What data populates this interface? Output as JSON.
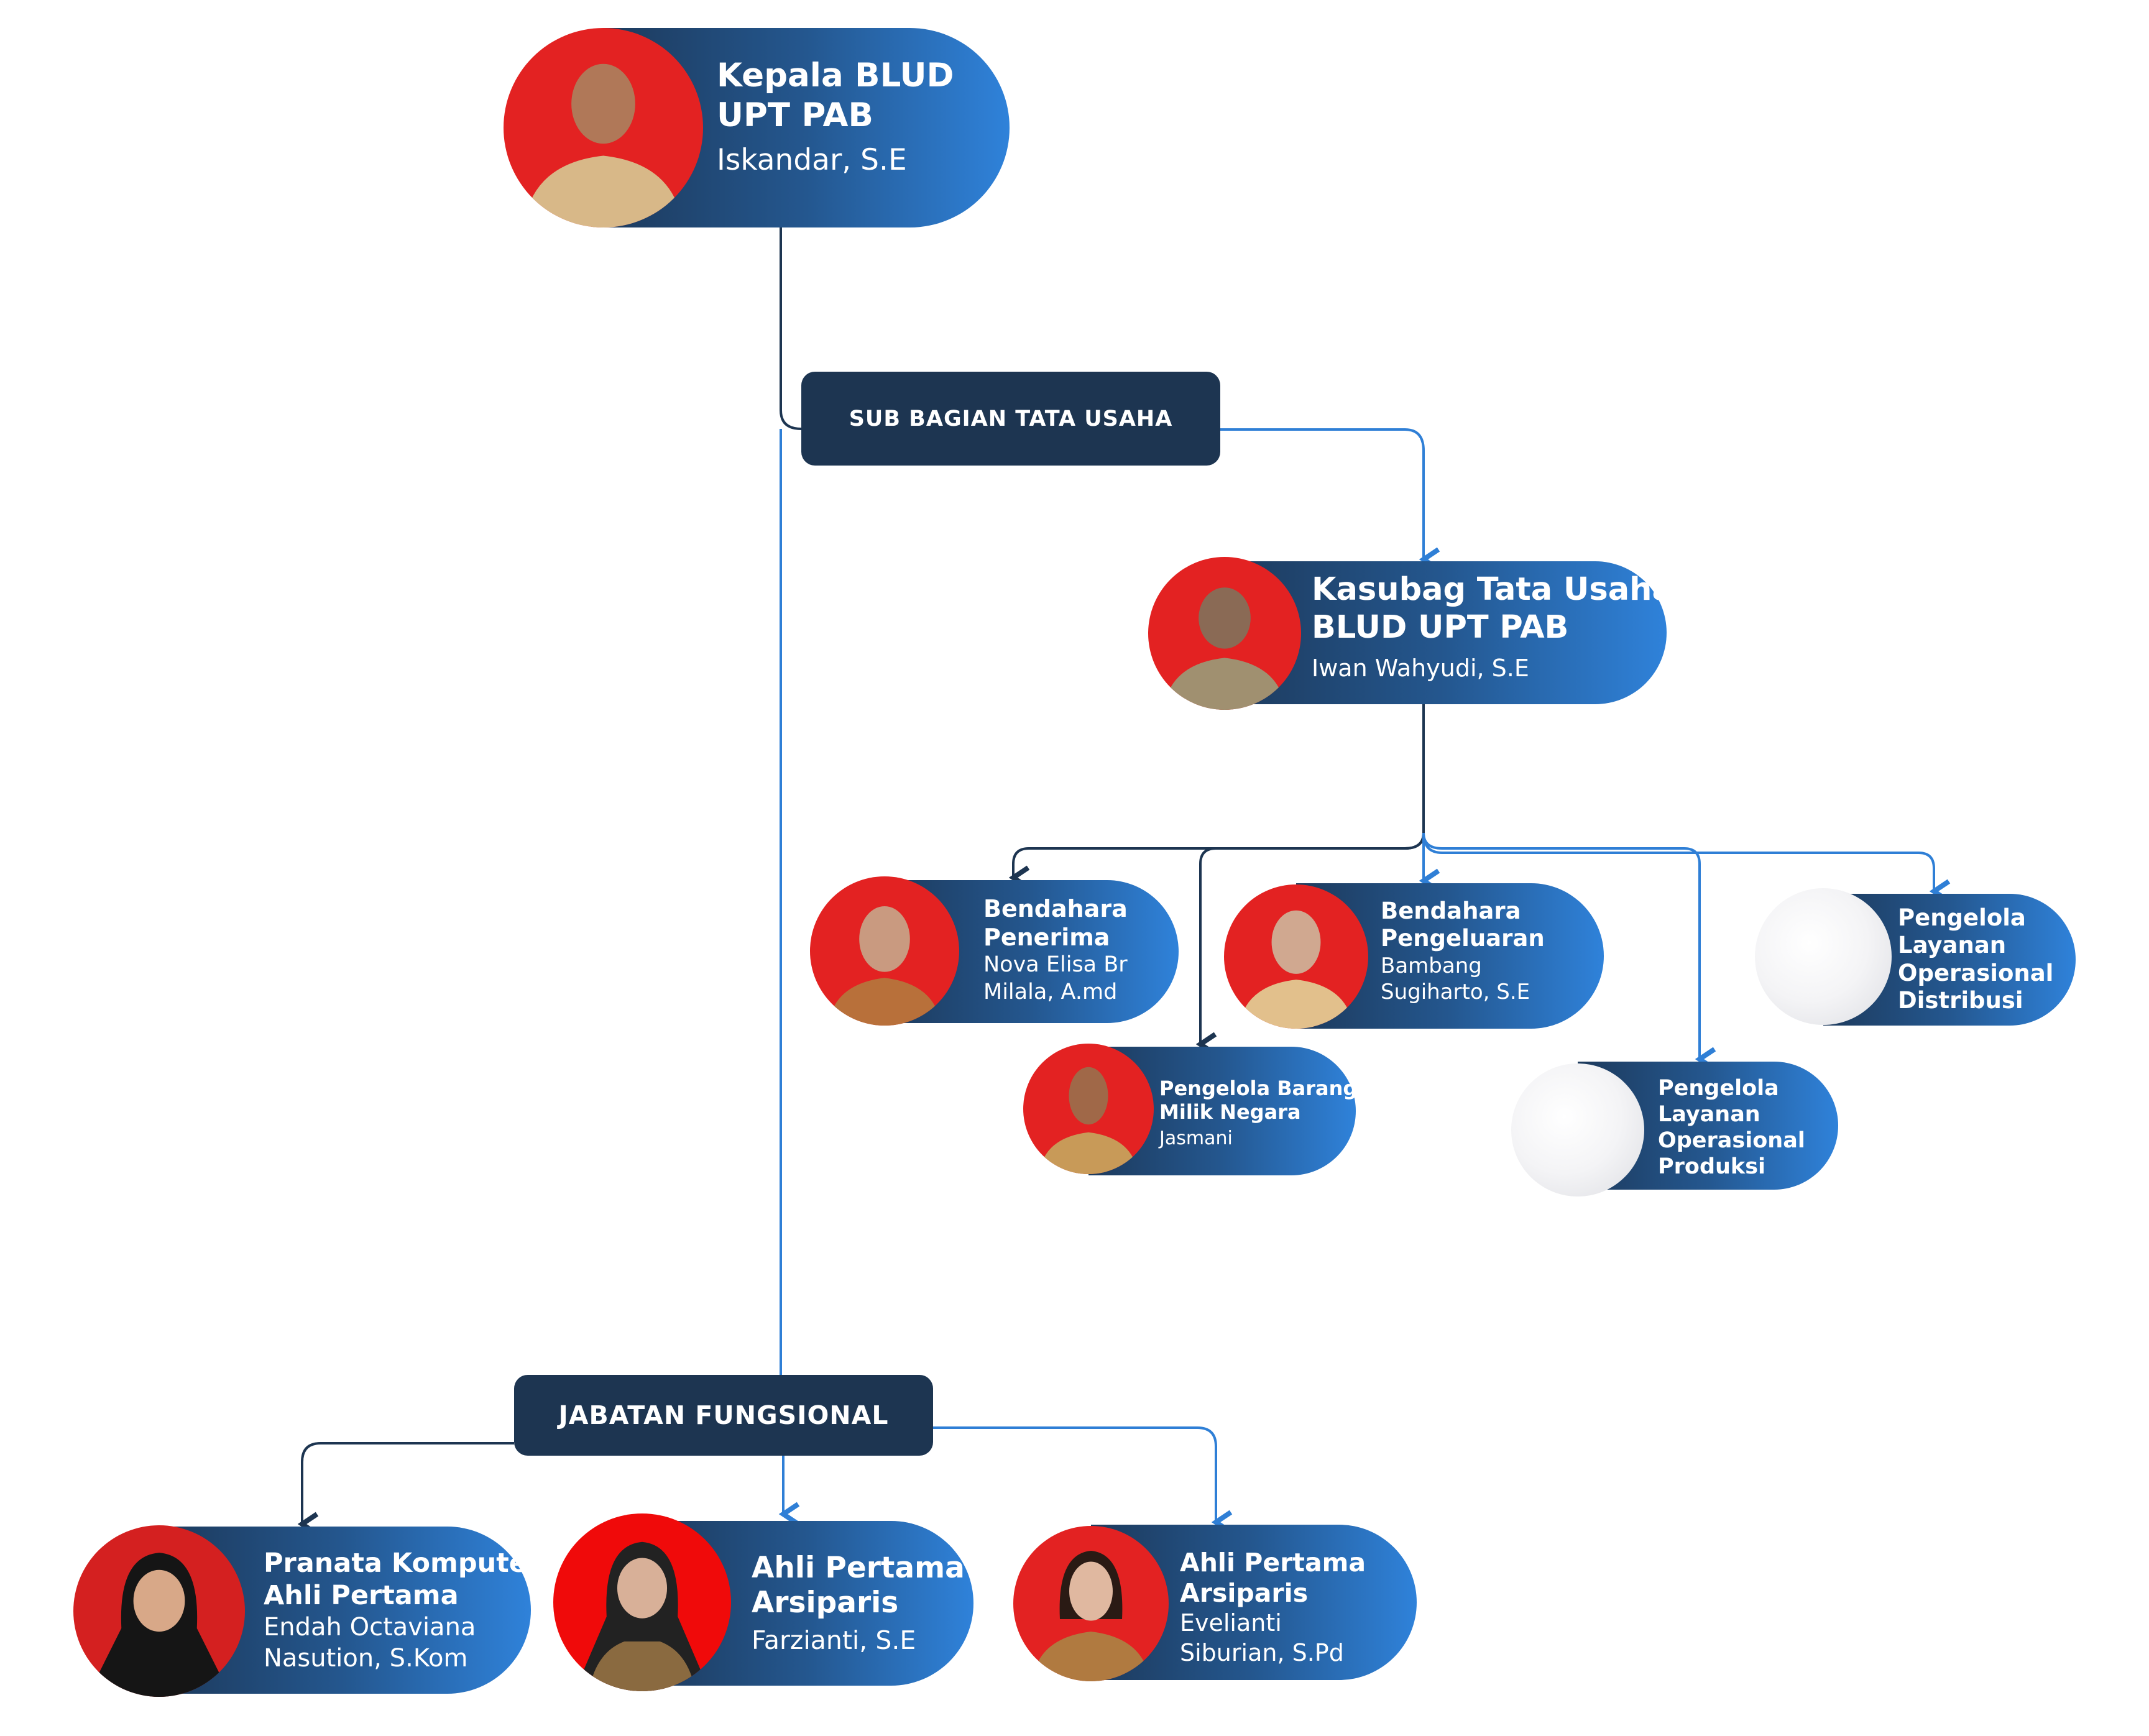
{
  "colors": {
    "dark": "#1d3551",
    "blue": "#2f7fd6",
    "photo_bg": "#e32222"
  },
  "head": {
    "title1": "Kepala BLUD",
    "title2": "UPT PAB",
    "name": "Iskandar, S.E"
  },
  "sub_bagian": {
    "label": "SUB BAGIAN TATA USAHA"
  },
  "kasubag": {
    "title1": "Kasubag Tata Usaha",
    "title2": "BLUD UPT PAB",
    "name": "Iwan Wahyudi, S.E"
  },
  "bendahara_penerima": {
    "title1": "Bendahara",
    "title2": "Penerima",
    "name1": "Nova Elisa Br",
    "name2": "Milala, A.md"
  },
  "bendahara_pengeluaran": {
    "title1": "Bendahara",
    "title2": "Pengeluaran",
    "name1": "Bambang",
    "name2": "Sugiharto, S.E"
  },
  "distribusi": {
    "l1": "Pengelola",
    "l2": "Layanan",
    "l3": "Operasional",
    "l4": "Distribusi"
  },
  "barang": {
    "title1": "Pengelola Barang",
    "title2": "Milik Negara",
    "name": "Jasmani"
  },
  "produksi": {
    "l1": "Pengelola",
    "l2": "Layanan",
    "l3": "Operasional",
    "l4": "Produksi"
  },
  "jabatan": {
    "label": "JABATAN FUNGSIONAL"
  },
  "pranata": {
    "title1": "Pranata Komputer",
    "title2": "Ahli Pertama",
    "name1": "Endah Octaviana",
    "name2": "Nasution, S.Kom"
  },
  "arsiparis1": {
    "title1": "Ahli Pertama",
    "title2": "Arsiparis",
    "name": "Farzianti, S.E"
  },
  "arsiparis2": {
    "title1": "Ahli Pertama",
    "title2": "Arsiparis",
    "name1": "Evelianti",
    "name2": "Siburian, S.Pd"
  }
}
